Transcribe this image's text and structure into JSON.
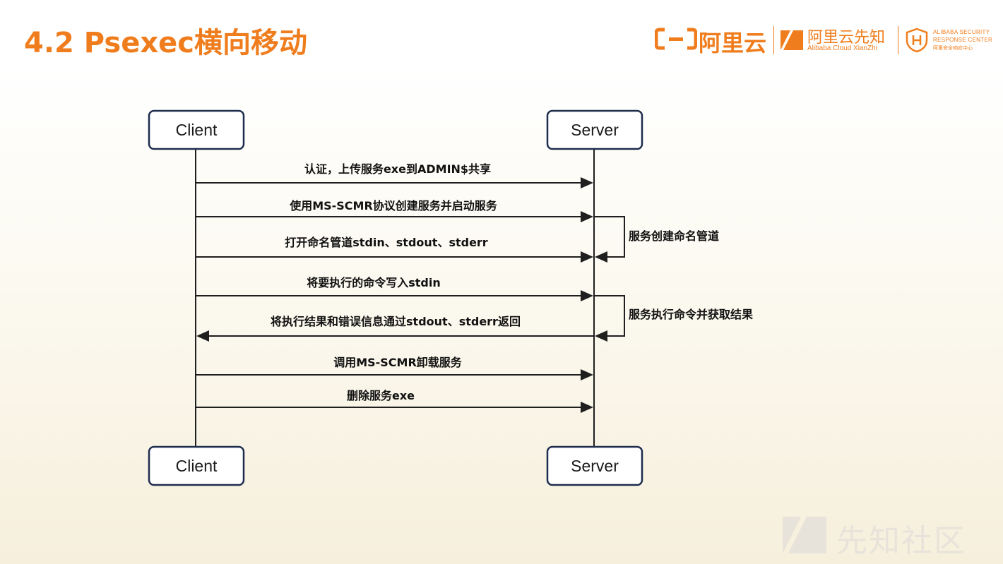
{
  "header": {
    "title": "4.2 Psexec横向移动"
  },
  "logos": {
    "aliyun_text": "阿里云",
    "xianzhi_cn": "阿里云先知",
    "xianzhi_en": "Alibaba Cloud XianZhi",
    "asrc_line1": "ALIBABA SECURITY",
    "asrc_line2": "RESPONSE CENTER",
    "asrc_line3": "阿里安全响应中心",
    "brand_color": "#f07d1d"
  },
  "diagram": {
    "actors": {
      "client_top": "Client",
      "server_top": "Server",
      "client_bottom": "Client",
      "server_bottom": "Server"
    },
    "messages": [
      {
        "label": "认证，上传服务exe到ADMIN$共享",
        "direction": "client-to-server"
      },
      {
        "label": "使用MS-SCMR协议创建服务并启动服务",
        "direction": "client-to-server"
      },
      {
        "label": "打开命名管道stdin、stdout、stderr",
        "direction": "client-to-server"
      },
      {
        "label": "将要执行的命令写入stdin",
        "direction": "client-to-server"
      },
      {
        "label": "将执行结果和错误信息通过stdout、stderr返回",
        "direction": "server-to-client"
      },
      {
        "label": "调用MS-SCMR卸载服务",
        "direction": "client-to-server"
      },
      {
        "label": "删除服务exe",
        "direction": "client-to-server"
      }
    ],
    "self_notes": [
      {
        "label": "服务创建命名管道"
      },
      {
        "label": "服务执行命令并获取结果"
      }
    ]
  },
  "watermark": {
    "text": "先知社区"
  }
}
